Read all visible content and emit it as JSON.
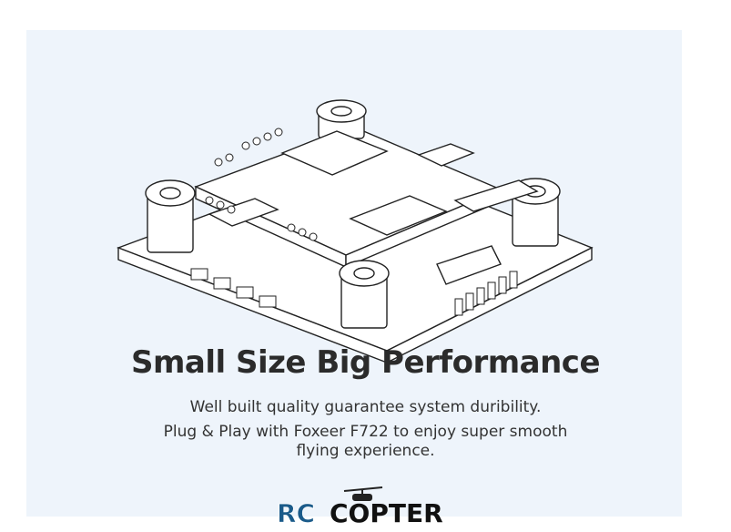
{
  "headline": "Small Size Big Performance",
  "description_line1": "Well built quality guarantee system duribility.",
  "description_line2": "Plug & Play with Foxeer F722 to enjoy super smooth flying experience.",
  "logo": {
    "left_text": "RC",
    "right_text": "COPTER"
  },
  "colors": {
    "panel": "#eef4fb",
    "heading": "#2b2b2b",
    "logo_blue": "#1b5b8a"
  }
}
